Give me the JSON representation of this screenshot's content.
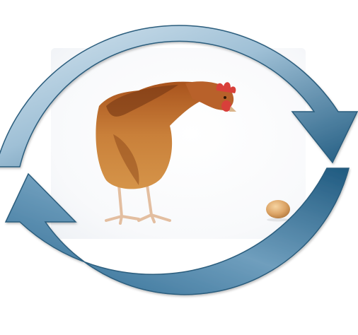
{
  "diagram": {
    "type": "cycle",
    "arrow_count": 2,
    "arrow_direction": "clockwise",
    "arrow_color_light": "#a9c6da",
    "arrow_color_dark": "#1f5a80",
    "arrow_outline": "#2b5d7d",
    "center_image": {
      "subject": [
        "hen",
        "egg"
      ],
      "hen_colors": {
        "feather_light": "#c9803a",
        "feather_dark": "#6e3313",
        "comb": "#d8403a",
        "legs": "#e8c4a8"
      },
      "egg_color": "#d9a467"
    }
  }
}
